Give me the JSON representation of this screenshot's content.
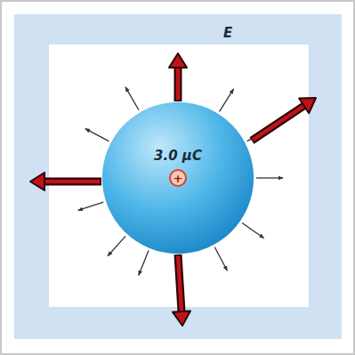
{
  "diagram": {
    "nodes": [
      {
        "text": [
          "3.0 μC"
        ]
      },
      {
        "text": [
          "+"
        ],
        "in": 0
      }
    ],
    "labels": [
      "E"
    ]
  }
}
